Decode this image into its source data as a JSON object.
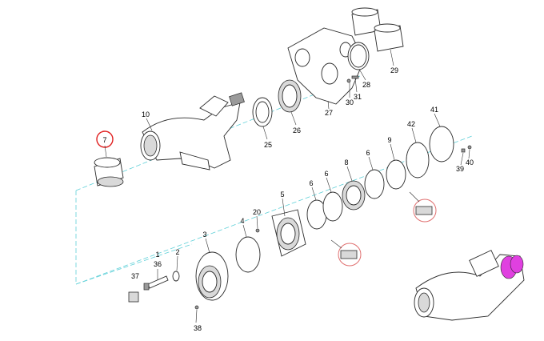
{
  "diagram": {
    "callouts": [
      {
        "id": "c7",
        "text": "7"
      },
      {
        "id": "c10",
        "text": "10"
      },
      {
        "id": "c25",
        "text": "25"
      },
      {
        "id": "c26",
        "text": "26"
      },
      {
        "id": "c27",
        "text": "27"
      },
      {
        "id": "c28",
        "text": "28"
      },
      {
        "id": "c29",
        "text": "29"
      },
      {
        "id": "c30",
        "text": "30"
      },
      {
        "id": "c31",
        "text": "31"
      },
      {
        "id": "c42",
        "text": "42"
      },
      {
        "id": "c41",
        "text": "41"
      },
      {
        "id": "c9",
        "text": "9"
      },
      {
        "id": "c6a",
        "text": "6"
      },
      {
        "id": "c8",
        "text": "8"
      },
      {
        "id": "c6b",
        "text": "6"
      },
      {
        "id": "c6c",
        "text": "6"
      },
      {
        "id": "c5",
        "text": "5"
      },
      {
        "id": "c20",
        "text": "20"
      },
      {
        "id": "c4",
        "text": "4"
      },
      {
        "id": "c3",
        "text": "3"
      },
      {
        "id": "c1",
        "text": "1"
      },
      {
        "id": "c36",
        "text": "36"
      },
      {
        "id": "c2",
        "text": "2"
      },
      {
        "id": "c37",
        "text": "37"
      },
      {
        "id": "c38",
        "text": "38"
      },
      {
        "id": "c39",
        "text": "39"
      },
      {
        "id": "c40",
        "text": "40"
      }
    ],
    "colors": {
      "axis_line": "#5fd0d8",
      "highlight_circle": "#e02020",
      "detail_circle": "#e07070",
      "highlight_part": "#e040e0"
    },
    "selected_part": "7"
  }
}
